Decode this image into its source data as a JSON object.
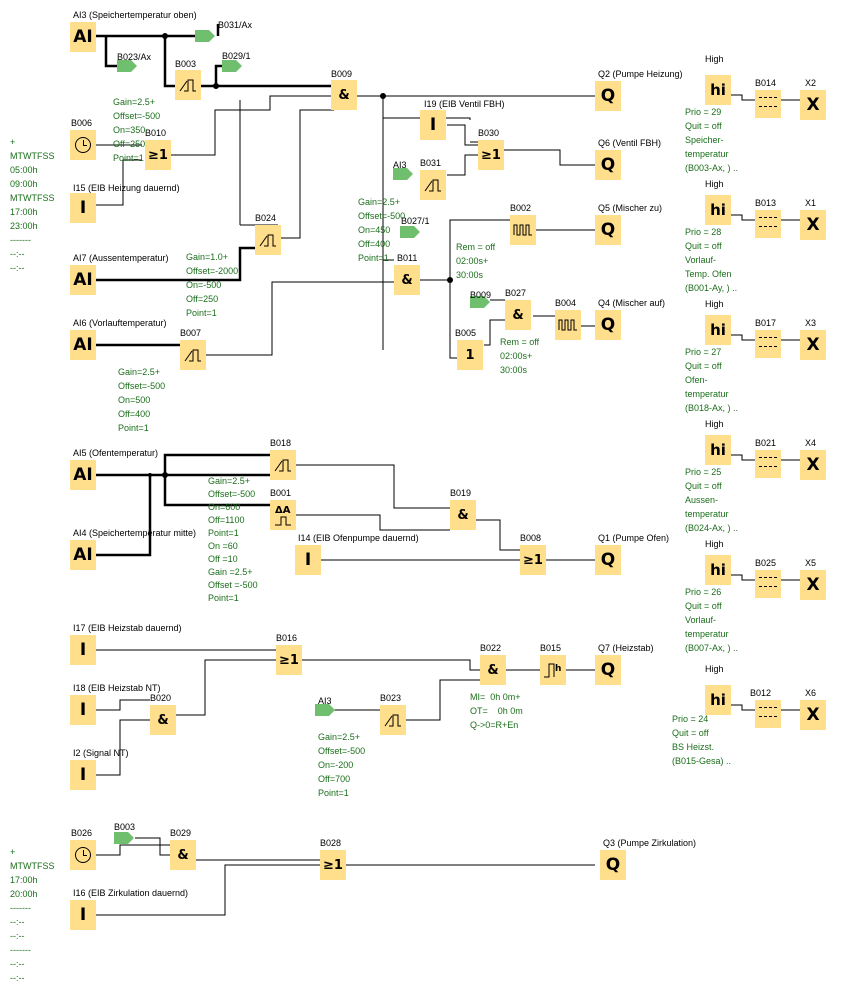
{
  "inputs": {
    "ai3": {
      "symbol": "AI",
      "label": "AI3 (Speichertemperatur oben)"
    },
    "b006": {
      "label": "B006",
      "schedule": [
        "+",
        "MTWTFSS",
        "05:00h",
        "09:00h",
        "MTWTFSS",
        "17:00h",
        "23:00h",
        "-------",
        "--:--",
        "--:--"
      ]
    },
    "i15": {
      "symbol": "I",
      "label": "I15 (EIB Heizung dauernd)"
    },
    "ai7": {
      "symbol": "AI",
      "label": "AI7 (Aussentemperatur)"
    },
    "ai6": {
      "symbol": "AI",
      "label": "AI6 (Vorlauftemperatur)"
    },
    "i19": {
      "symbol": "I",
      "label": "I19 (EIB Ventil FBH)"
    },
    "ai5": {
      "symbol": "AI",
      "label": "AI5 (Ofentemperatur)"
    },
    "ai4": {
      "symbol": "AI",
      "label": "AI4 (Speichertemperatur mitte)"
    },
    "i14": {
      "symbol": "I",
      "label": "I14 (EIB Ofenpumpe dauernd)"
    },
    "i17": {
      "symbol": "I",
      "label": "I17 (EIB Heizstab dauernd)"
    },
    "i18": {
      "symbol": "I",
      "label": "I18 (EIB Heizstab NT)"
    },
    "i2": {
      "symbol": "I",
      "label": "I2 (Signal NT)"
    },
    "b026": {
      "label": "B026",
      "schedule": [
        "+",
        "MTWTFSS",
        "17:00h",
        "20:00h",
        "-------",
        "--:--",
        "--:--",
        "-------",
        "--:--",
        "--:--"
      ]
    },
    "i16": {
      "symbol": "I",
      "label": "I16 (EIB Zirkulation dauernd)"
    }
  },
  "refs": {
    "b031ax": "B031/Ax",
    "b023ax": "B023/Ax",
    "b029_1": "B029/1",
    "ai3_b031": "AI3",
    "b027_1": "B027/1",
    "b009ref": "B009",
    "ai3_b023": "AI3",
    "b003ref": "B003"
  },
  "blocks": {
    "b003": {
      "name": "B003",
      "params": []
    },
    "b009": {
      "name": "B009",
      "symbol": "&"
    },
    "b010": {
      "name": "B010",
      "symbol": "≥1",
      "params": [
        "Gain=2.5+",
        "Offset=-500",
        "On=350",
        "Off=250",
        "Point=1"
      ]
    },
    "b024": {
      "name": "B024",
      "params": [
        "Gain=1.0+",
        "Offset=-2000",
        "On=-500",
        "Off=250",
        "Point=1"
      ]
    },
    "b007": {
      "name": "B007",
      "params": [
        "Gain=2.5+",
        "Offset=-500",
        "On=500",
        "Off=400",
        "Point=1"
      ]
    },
    "b030": {
      "name": "B030",
      "symbol": "≥1"
    },
    "b031": {
      "name": "B031",
      "params": [
        "Gain=2.5+",
        "Offset=-500",
        "On=450",
        "Off=400",
        "Point=1"
      ]
    },
    "b011": {
      "name": "B011",
      "symbol": "&"
    },
    "b002": {
      "name": "B002",
      "params": [
        "Rem = off",
        "02:00s+",
        "30:00s"
      ]
    },
    "b027": {
      "name": "B027",
      "symbol": "&"
    },
    "b004": {
      "name": "B004",
      "params": [
        "Rem = off",
        "02:00s+",
        "30:00s"
      ]
    },
    "b005": {
      "name": "B005",
      "symbol": "1"
    },
    "b018": {
      "name": "B018"
    },
    "b001": {
      "name": "B001",
      "symbol": "ΔA",
      "params": [
        "Gain=2.5+",
        "Offset=-500",
        "On=600",
        "Off=1100",
        "Point=1",
        "On =60",
        "Off =10",
        "Gain =2.5+",
        "Offset =-500",
        "Point=1"
      ]
    },
    "b019": {
      "name": "B019",
      "symbol": "&"
    },
    "b008": {
      "name": "B008",
      "symbol": "≥1"
    },
    "b016": {
      "name": "B016",
      "symbol": "≥1"
    },
    "b020": {
      "name": "B020",
      "symbol": "&"
    },
    "b023": {
      "name": "B023",
      "params": [
        "Gain=2.5+",
        "Offset=-500",
        "On=-200",
        "Off=700",
        "Point=1"
      ]
    },
    "b022": {
      "name": "B022",
      "symbol": "&",
      "params": [
        "MI=  0h 0m+",
        "OT=    0h 0m",
        "Q->0=R+En"
      ]
    },
    "b015": {
      "name": "B015"
    },
    "b029": {
      "name": "B029",
      "symbol": "&"
    },
    "b028": {
      "name": "B028",
      "symbol": "≥1"
    }
  },
  "outputs": {
    "q2": {
      "symbol": "Q",
      "label": "Q2 (Pumpe Heizung)"
    },
    "q6": {
      "symbol": "Q",
      "label": "Q6 (Ventil FBH)"
    },
    "q5": {
      "symbol": "Q",
      "label": "Q5 (Mischer zu)"
    },
    "q4": {
      "symbol": "Q",
      "label": "Q4 (Mischer auf)"
    },
    "q1": {
      "symbol": "Q",
      "label": "Q1 (Pumpe Ofen)"
    },
    "q7": {
      "symbol": "Q",
      "label": "Q7 (Heizstab)"
    },
    "q3": {
      "symbol": "Q",
      "label": "Q3 (Pumpe Zirkulation)"
    }
  },
  "alarms": [
    {
      "level": "High",
      "hi": "hi",
      "block": "B014",
      "x": "X2",
      "info": [
        "Prio = 29",
        "Quit = off",
        "Speicher-",
        "temperatur",
        "(B003-Ax, ) .."
      ]
    },
    {
      "level": "High",
      "hi": "hi",
      "block": "B013",
      "x": "X1",
      "info": [
        "Prio = 28",
        "Quit = off",
        "Vorlauf-",
        "Temp. Ofen",
        "(B001-Ay, ) .."
      ]
    },
    {
      "level": "High",
      "hi": "hi",
      "block": "B017",
      "x": "X3",
      "info": [
        "Prio = 27",
        "Quit = off",
        "Ofen-",
        "temperatur",
        "(B018-Ax, ) .."
      ]
    },
    {
      "level": "High",
      "hi": "hi",
      "block": "B021",
      "x": "X4",
      "info": [
        "Prio = 25",
        "Quit = off",
        "Aussen-",
        "temperatur",
        "(B024-Ax, ) .."
      ]
    },
    {
      "level": "High",
      "hi": "hi",
      "block": "B025",
      "x": "X5",
      "info": [
        "Prio = 26",
        "Quit = off",
        "Vorlauf-",
        "temperatur",
        "(B007-Ax, ) .."
      ]
    },
    {
      "level": "High",
      "hi": "hi",
      "block": "B012",
      "x": "X6",
      "info": [
        "Prio = 24",
        "Quit = off",
        "BS Heizst.",
        "(B015-Gesa) .."
      ]
    }
  ]
}
